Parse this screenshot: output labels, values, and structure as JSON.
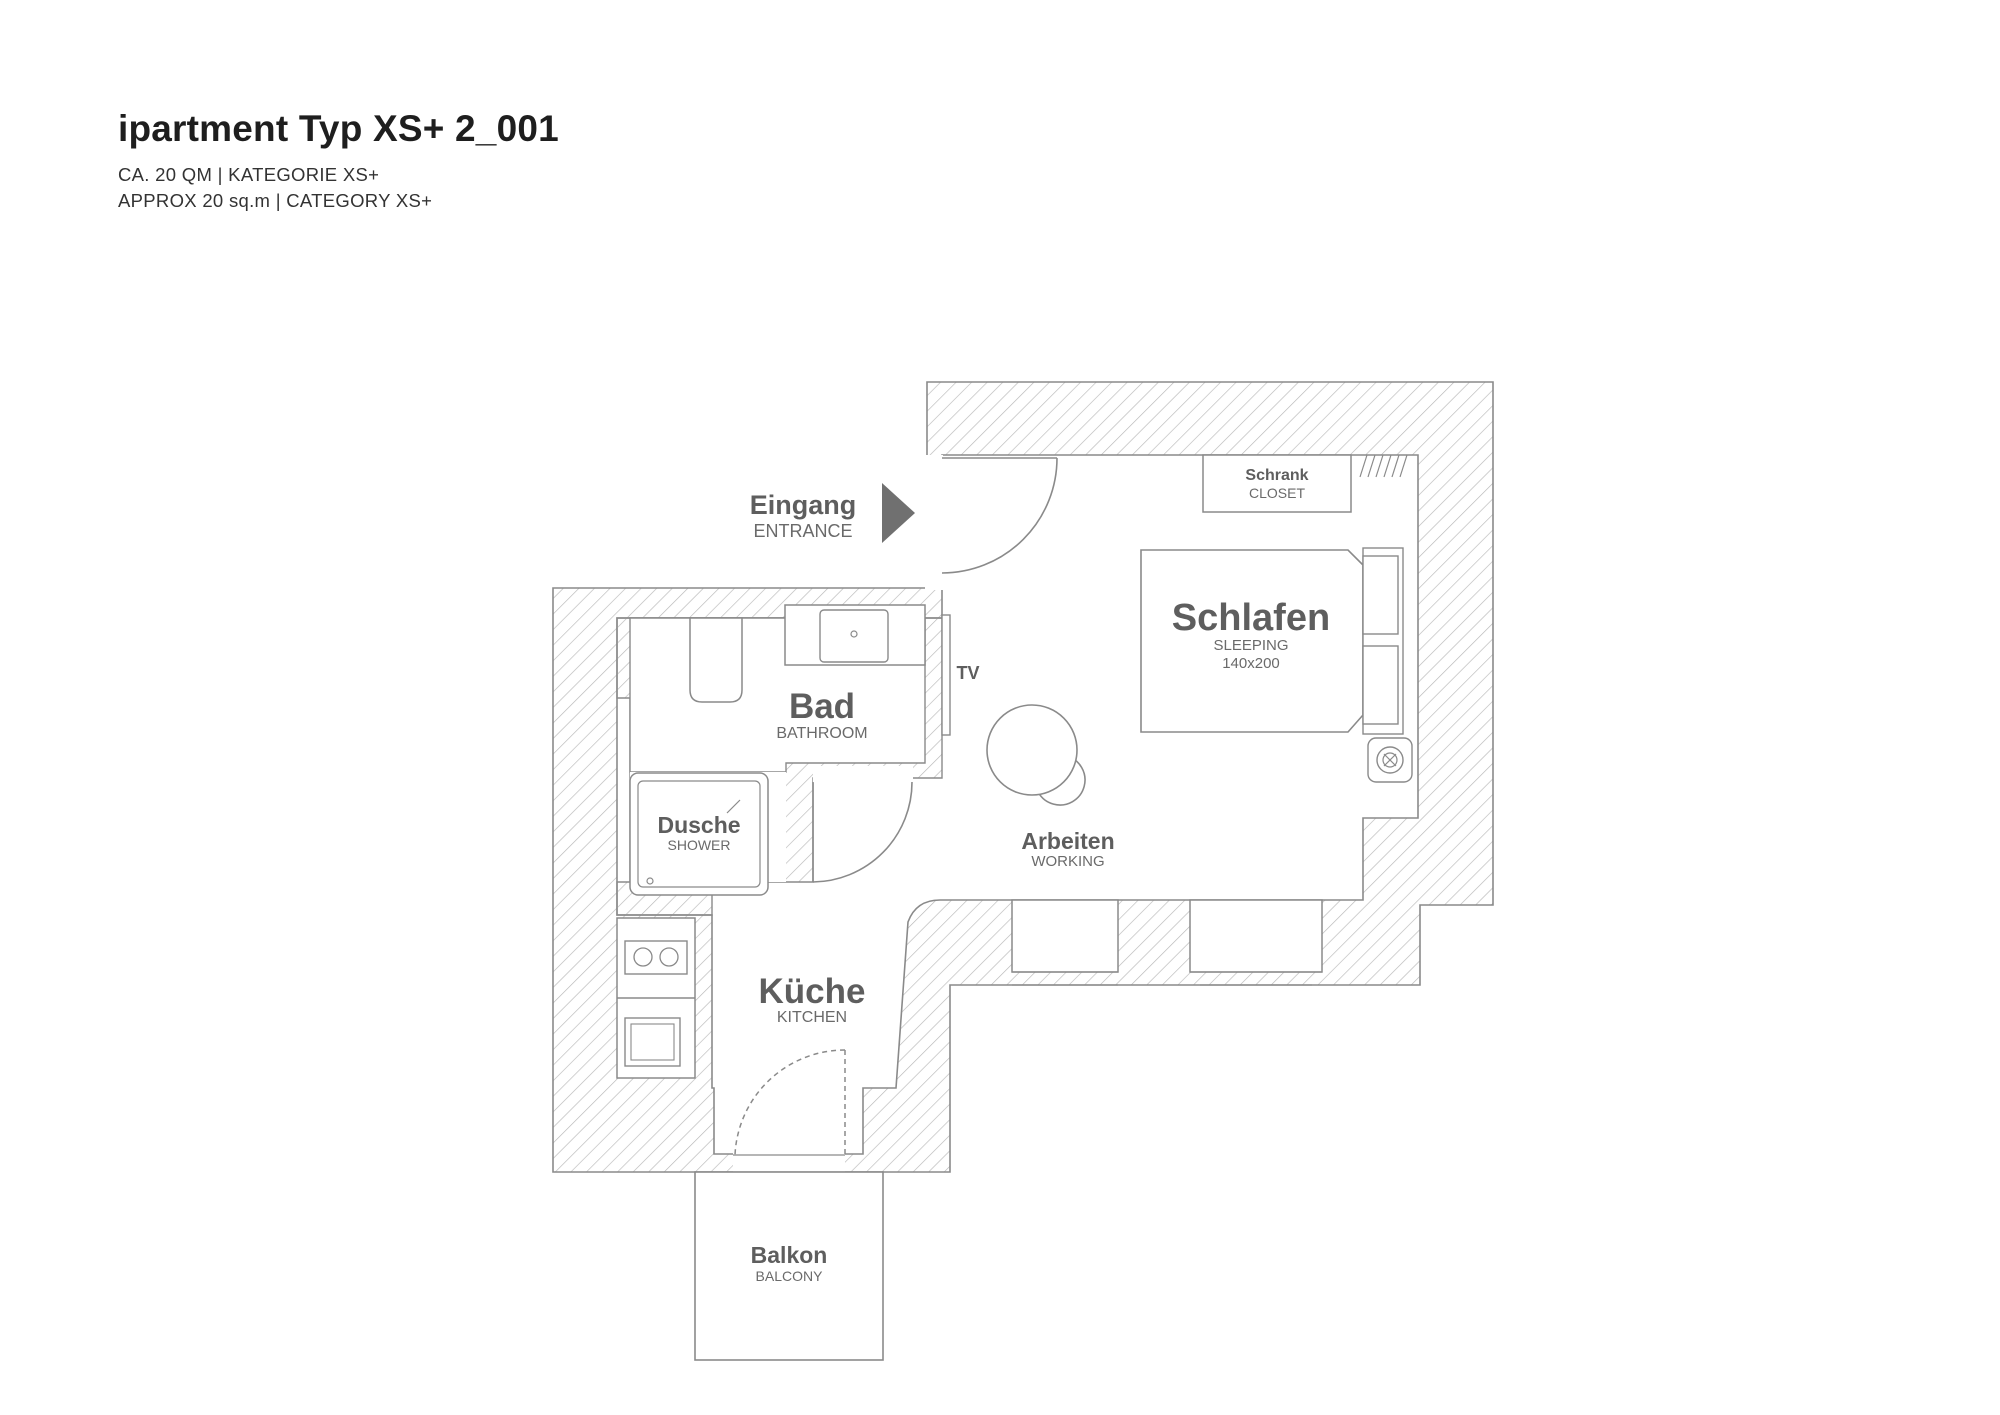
{
  "header": {
    "title": "ipartment Typ XS+ 2_001",
    "line1": "CA. 20 QM | KATEGORIE XS+",
    "line2": "APPROX 20 sq.m | CATEGORY XS+"
  },
  "rooms": {
    "entrance": {
      "de": "Eingang",
      "en": "ENTRANCE"
    },
    "closet": {
      "de": "Schrank",
      "en": "CLOSET"
    },
    "sleeping": {
      "de": "Schlafen",
      "en": "SLEEPING",
      "size": "140x200"
    },
    "bathroom": {
      "de": "Bad",
      "en": "BATHROOM"
    },
    "tv": "TV",
    "shower": {
      "de": "Dusche",
      "en": "SHOWER"
    },
    "working": {
      "de": "Arbeiten",
      "en": "WORKING"
    },
    "kitchen": {
      "de": "Küche",
      "en": "KITCHEN"
    },
    "balcony": {
      "de": "Balkon",
      "en": "BALCONY"
    }
  },
  "colors": {
    "wall_stroke": "#8a8a8a",
    "hatch": "#b5b5b5",
    "arrow": "#707070",
    "label": "#5e5e5e"
  }
}
